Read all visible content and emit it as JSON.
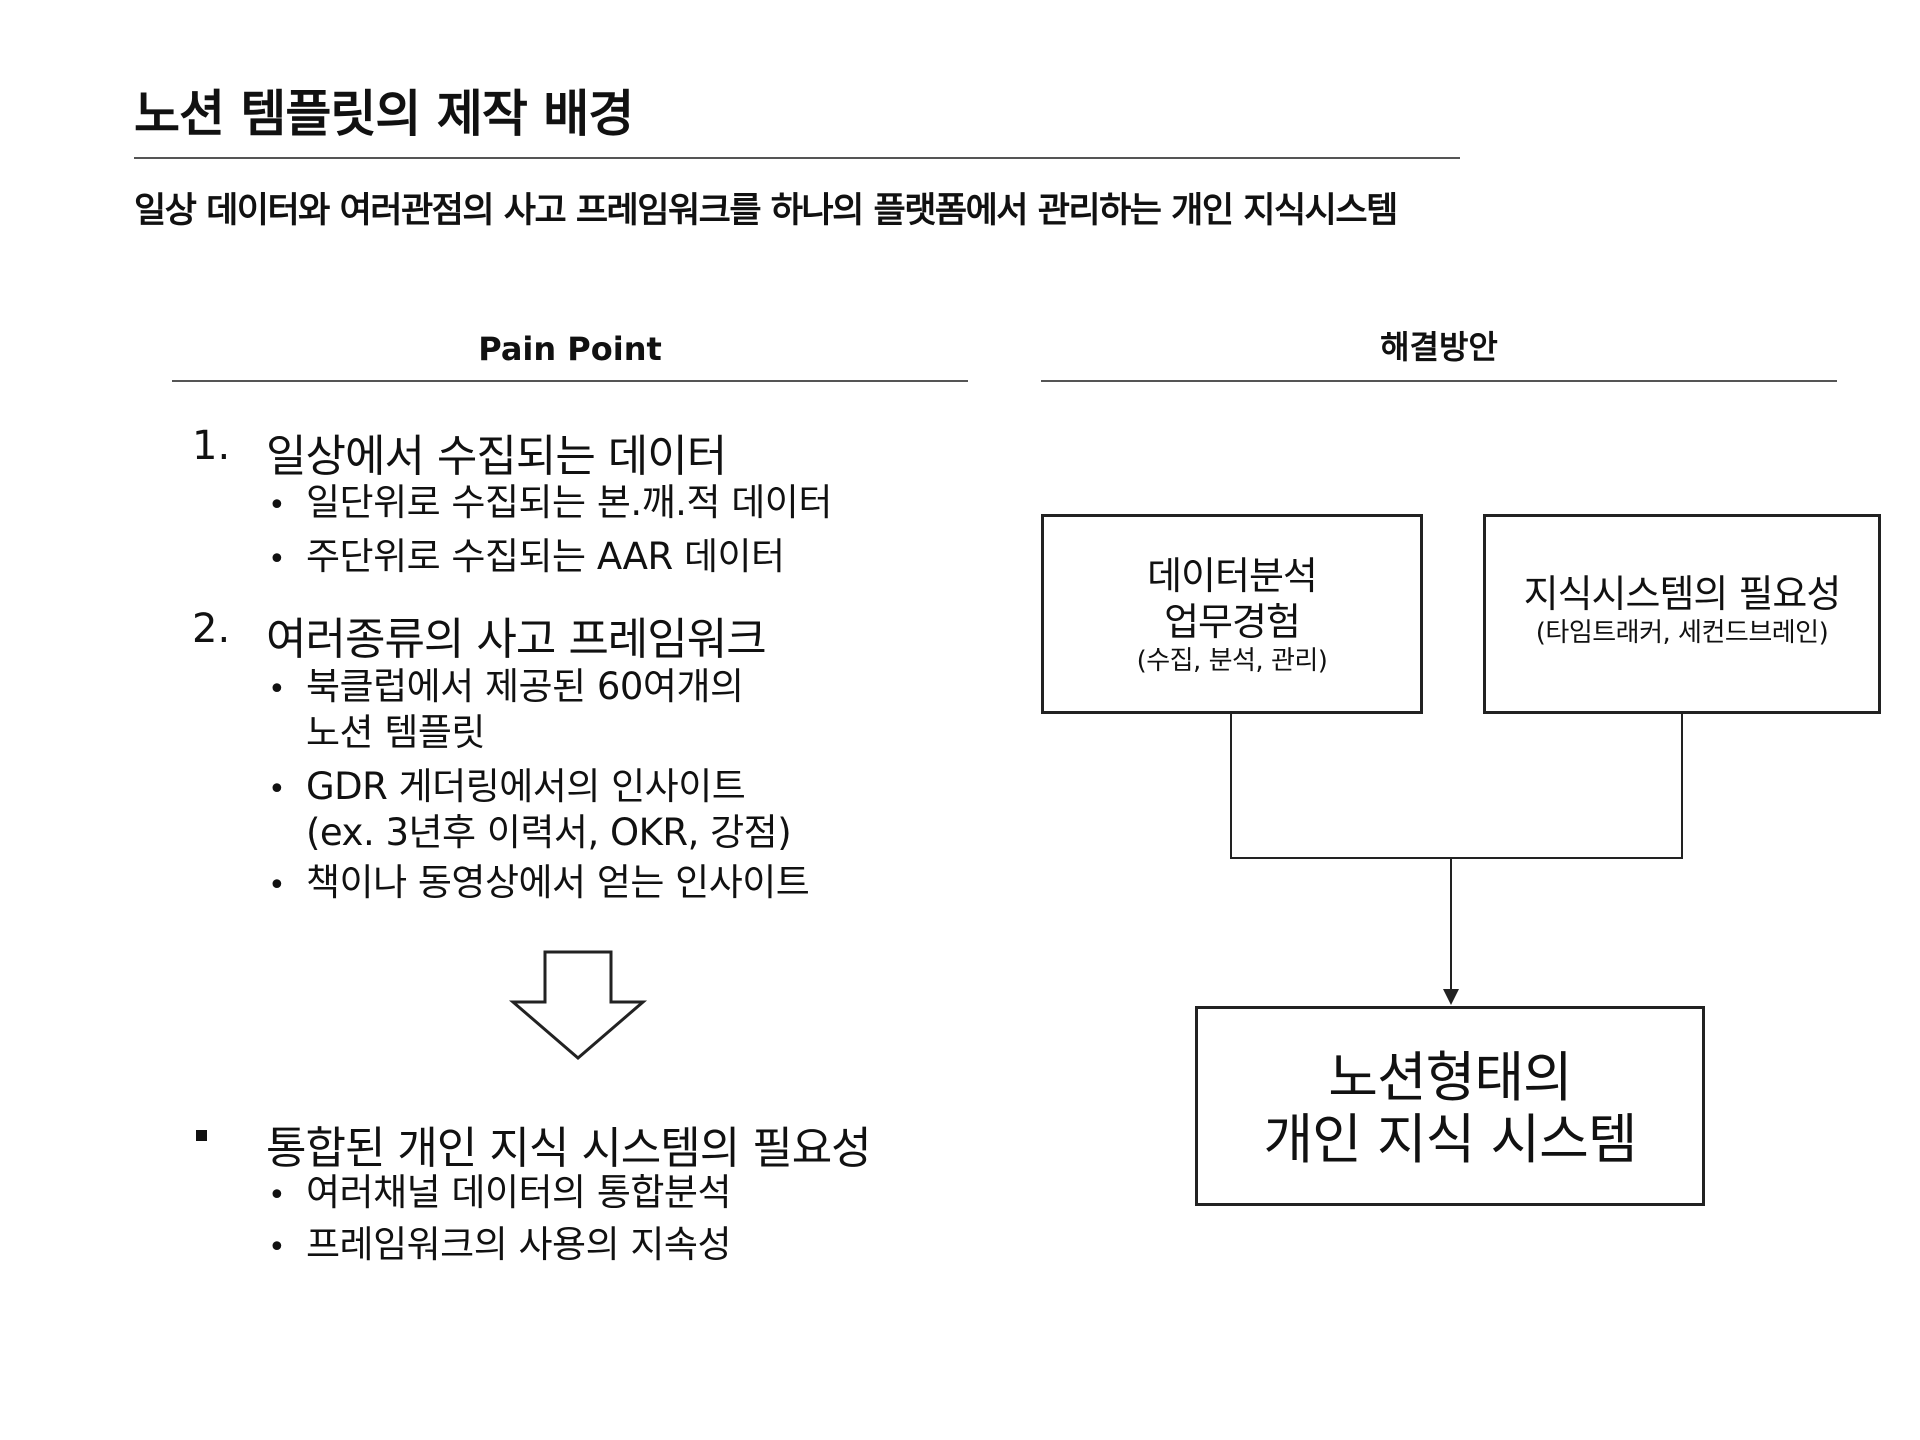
{
  "page": {
    "title": "노션 템플릿의 제작 배경",
    "subtitle": "일상 데이터와 여러관점의 사고 프레임워크를 하나의 플랫폼에서 관리하는 개인 지식시스템"
  },
  "left": {
    "header": "Pain Point",
    "section1": {
      "number": "1.",
      "title": "일상에서 수집되는 데이터",
      "bullets": [
        "일단위로 수집되는 본.깨.적 데이터",
        "주단위로 수집되는 AAR 데이터"
      ]
    },
    "section2": {
      "number": "2.",
      "title": "여러종류의 사고 프레임워크",
      "bullets": [
        {
          "line1": "북클럽에서 제공된 60여개의",
          "line2": "노션 템플릿"
        },
        {
          "line1": "GDR 게더링에서의 인사이트",
          "line2": "(ex. 3년후 이력서, OKR, 강점)"
        },
        {
          "line1": "책이나 동영상에서 얻는 인사이트"
        }
      ]
    },
    "conclusion": {
      "title": "통합된 개인 지식 시스템의 필요성",
      "bullets": [
        "여러채널 데이터의 통합분석",
        "프레임워크의 사용의 지속성"
      ]
    }
  },
  "right": {
    "header": "해결방안",
    "box1": {
      "line1": "데이터분석",
      "line2": "업무경험",
      "sub": "(수집, 분석, 관리)"
    },
    "box2": {
      "line1": "지식시스템의 필요성",
      "sub": "(타임트래커, 세컨드브레인)"
    },
    "result": {
      "line1": "노션형태의",
      "line2": "개인 지식 시스템"
    }
  }
}
